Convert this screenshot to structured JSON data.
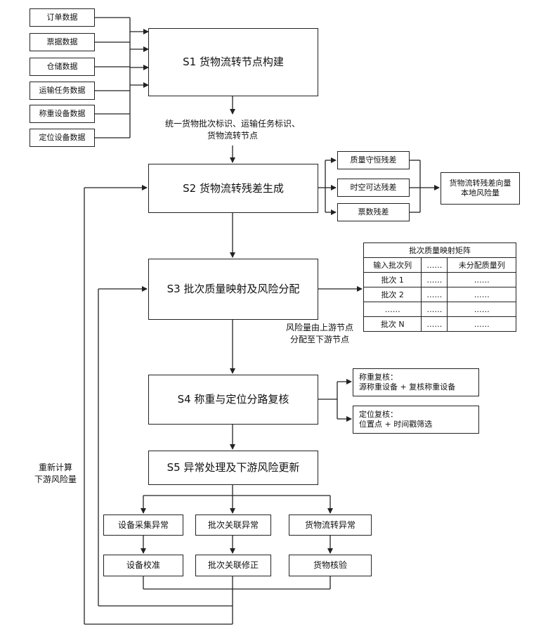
{
  "inputs": [
    "订单数据",
    "票据数据",
    "仓储数据",
    "运输任务数据",
    "称重设备数据",
    "定位设备数据"
  ],
  "steps": {
    "s1": "S1  货物流转节点构建",
    "s2": "S2  货物流转残差生成",
    "s3": "S3  批次质量映射及风险分配",
    "s4": "S4  称重与定位分路复核",
    "s5": "S5  异常处理及下游风险更新"
  },
  "labels": {
    "s1_note_line1": "统一货物批次标识、运输任务标识、",
    "s1_note_line2": "货物流转节点",
    "s3_note_line1": "风险量由上游节点",
    "s3_note_line2": "分配至下游节点",
    "feedback_line1": "重新计算",
    "feedback_line2": "下游风险量"
  },
  "residuals": [
    "质量守恒残差",
    "时空可达残差",
    "票数残差"
  ],
  "residual_output": {
    "line1": "货物流转残差向量",
    "line2": "本地风险量"
  },
  "matrix": {
    "title": "批次质量映射矩阵",
    "header": [
      "输入批次列",
      "……",
      "未分配质量列"
    ],
    "rows": [
      [
        "批次 1",
        "……",
        "……"
      ],
      [
        "批次 2",
        "……",
        "……"
      ],
      [
        "……",
        "……",
        "……"
      ],
      [
        "批次 N",
        "……",
        "……"
      ]
    ]
  },
  "checks": {
    "weigh_title": "称重复核：",
    "weigh_desc": "源称重设备 + 复核称重设备",
    "locate_title": "定位复核：",
    "locate_desc": "位置点 + 时间戳筛选"
  },
  "anomalies": [
    "设备采集异常",
    "批次关联异常",
    "货物流转异常"
  ],
  "handling": [
    "设备校准",
    "批次关联修正",
    "货物核验"
  ]
}
